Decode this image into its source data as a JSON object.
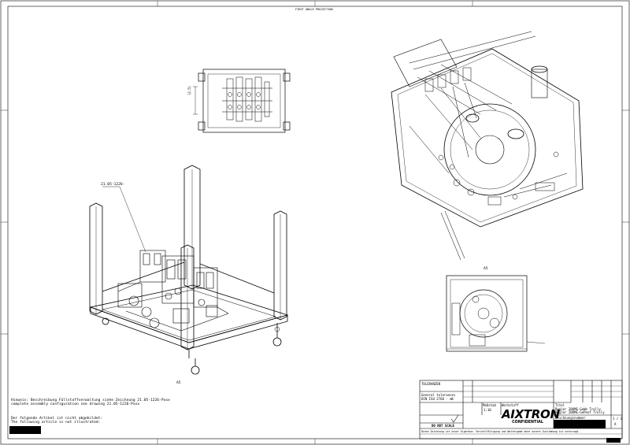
{
  "header": {
    "top_label": "FIRST ANGLE PROJECTION"
  },
  "views": {
    "top_view_dimension": "(2.5)",
    "trolley_callout": "21.05-1226-",
    "iso_label_left": "A5",
    "iso_label_right": "A5"
  },
  "notes": {
    "line1": "Hinweis: Beschreibung Füllstoffverwaltung siehe Zeichnung 21.05-1226-Pxxx",
    "line2": "complete assembly configuration see drawing 21.05-1226-Pxxx",
    "line3": "Der folgende Artikel ist nicht abgebildet:",
    "line4": "The following article is not illustrated:"
  },
  "title_block": {
    "tolerances": "TOLERANZEN",
    "general_tol": "General tolerances",
    "standard": "DIN ISO 2768 - mK",
    "scale_label": "Maßstab",
    "scale_value": "1:10",
    "material": "Werkstoff",
    "do_not_scale": "DO NOT SCALE",
    "company": "AIXTRON",
    "confidential": "CONFIDENTIAL",
    "title_label": "Titel",
    "title_line1": "Regler 200MG-GeWe Trolly",
    "title_line2": "Regler 200MG-GePeof Trolly",
    "drawing_no_label": "Zeichnungsnummer",
    "sheet": "1 / 1",
    "revision": "A",
    "bottom_notice": "Diese Zeichnung ist unser Eigentum. Vervielfältigung und Weitergabe ohne unsere Zustimmung ist untersagt."
  }
}
